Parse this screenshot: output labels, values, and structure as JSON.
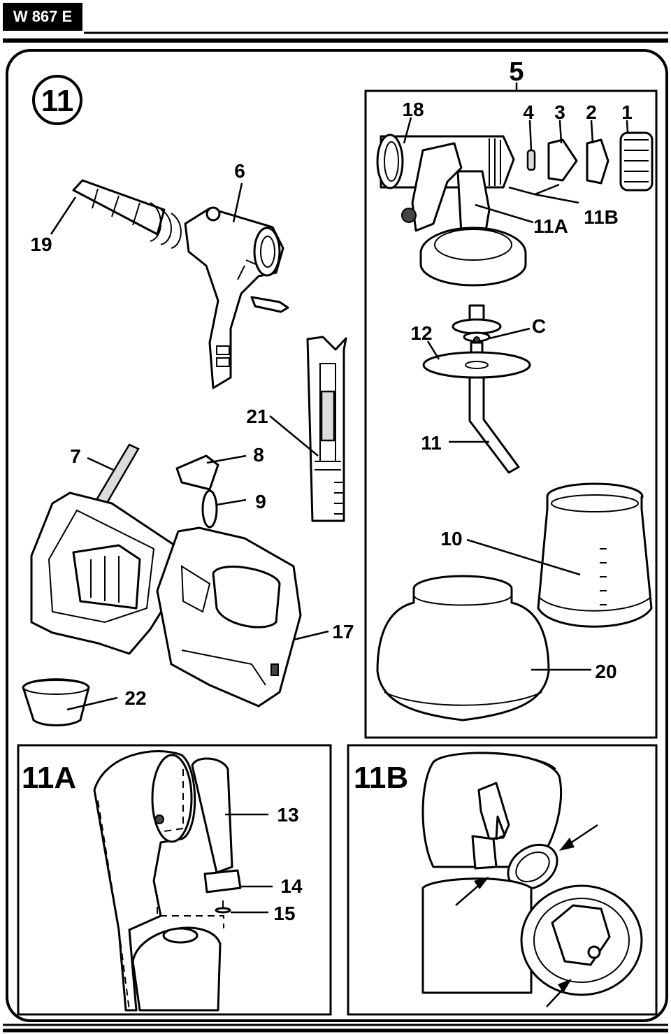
{
  "header": {
    "model": "W 867 E"
  },
  "figure": {
    "number": "11",
    "assembly_group": "5",
    "part_labels": {
      "p1": "1",
      "p2": "2",
      "p3": "3",
      "p4": "4",
      "p6": "6",
      "p7": "7",
      "p8": "8",
      "p9": "9",
      "p10": "10",
      "p11": "11",
      "p11a": "11A",
      "p11b": "11B",
      "p12": "12",
      "pc": "C",
      "p13": "13",
      "p14": "14",
      "p15": "15",
      "p17": "17",
      "p18": "18",
      "p19": "19",
      "p20": "20",
      "p21": "21",
      "p22": "22"
    },
    "detail_a_title": "11A",
    "detail_b_title": "11B"
  }
}
